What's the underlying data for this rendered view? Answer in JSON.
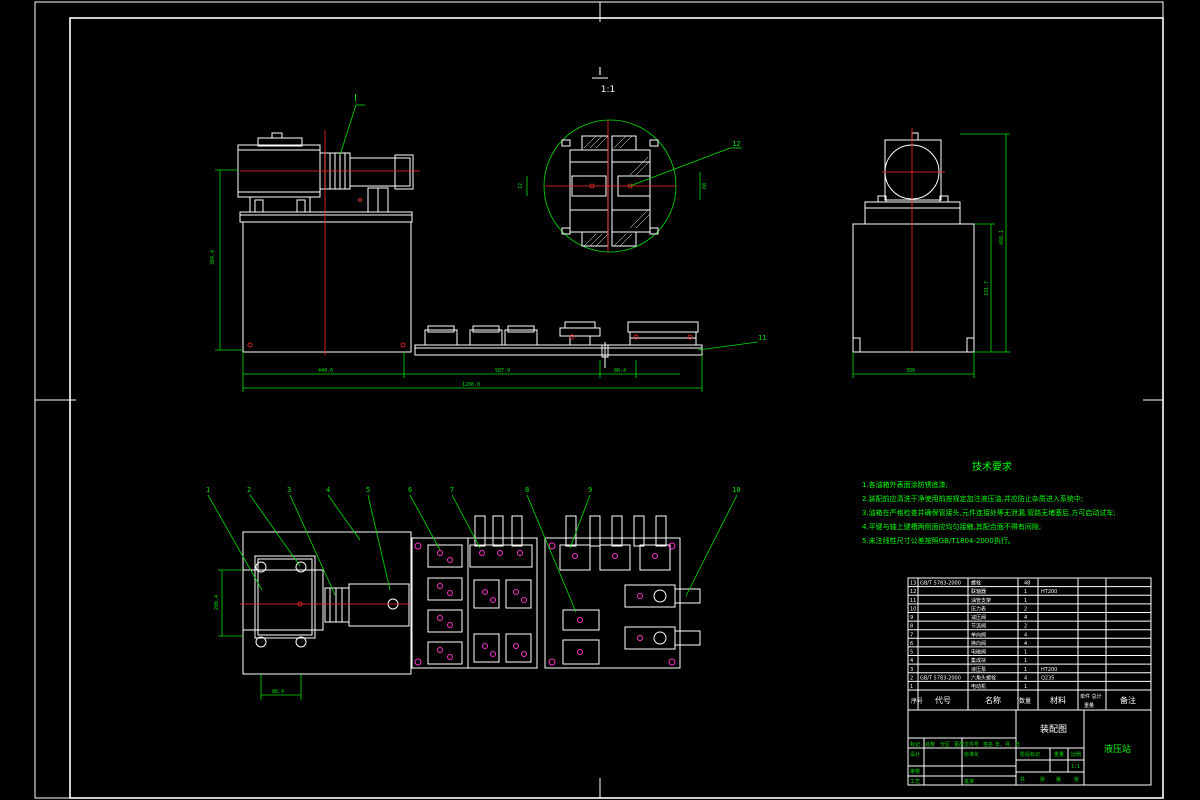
{
  "detail": {
    "label": "I",
    "scale": "1:1"
  },
  "view_callout": "I",
  "callouts_top": [
    "12",
    "11"
  ],
  "callouts_bottom": [
    "1",
    "2",
    "3",
    "4",
    "5",
    "6",
    "7",
    "8",
    "9",
    "10"
  ],
  "dimensions": {
    "front_height": "304.4",
    "front_seg1": "449.6",
    "front_seg2": "587.9",
    "front_seg3": "80.4",
    "front_total": "1200.0",
    "side_height1": "331.7",
    "side_height2": "488.1",
    "side_width": "390",
    "plan_height": "200.4",
    "plan_width": "88.4",
    "detail_left": "12",
    "detail_right": "60"
  },
  "tech": {
    "title": "技术要求",
    "lines": [
      "1.各油箱外表面涂防锈底漆;",
      "2.装配前应清洗干净使用前按规定加注液压油,并应防止杂质进入系统中;",
      "3.油箱在严格检查并确保管接头,元件连接处等无泄漏,管路无堵塞后,方可启动试车;",
      "4.平键与轴上键槽两侧面应均匀接触,其配合面不得有间隙;",
      "5.未注线性尺寸公差按照GB/T1804-2000执行。"
    ]
  },
  "bom": {
    "rows": [
      {
        "no": "13",
        "code": "GB/T 5783-2000",
        "name": "螺栓",
        "qty": "48",
        "mat": ""
      },
      {
        "no": "12",
        "code": "",
        "name": "联轴器",
        "qty": "1",
        "mat": "HT200"
      },
      {
        "no": "11",
        "code": "",
        "name": "油管支架",
        "qty": "1",
        "mat": ""
      },
      {
        "no": "10",
        "code": "",
        "name": "压力表",
        "qty": "2",
        "mat": ""
      },
      {
        "no": "9",
        "code": "",
        "name": "减压阀",
        "qty": "4",
        "mat": ""
      },
      {
        "no": "8",
        "code": "",
        "name": "节流阀",
        "qty": "2",
        "mat": ""
      },
      {
        "no": "7",
        "code": "",
        "name": "单向阀",
        "qty": "4",
        "mat": ""
      },
      {
        "no": "6",
        "code": "",
        "name": "换向阀",
        "qty": "4",
        "mat": ""
      },
      {
        "no": "5",
        "code": "",
        "name": "电磁阀",
        "qty": "1",
        "mat": ""
      },
      {
        "no": "4",
        "code": "",
        "name": "集成块",
        "qty": "1",
        "mat": ""
      },
      {
        "no": "3",
        "code": "",
        "name": "液压泵",
        "qty": "1",
        "mat": "HT200"
      },
      {
        "no": "2",
        "code": "GB/T 5783-2000",
        "name": "六角头螺栓",
        "qty": "4",
        "mat": "Q235"
      },
      {
        "no": "1",
        "code": "",
        "name": "电动机",
        "qty": "1",
        "mat": ""
      }
    ],
    "header": {
      "no": "序号",
      "code": "代号",
      "name": "名称",
      "qty": "数量",
      "mat": "材料",
      "weight": "单件 总计",
      "weight2": "重量",
      "note": "备注"
    }
  },
  "title_block": {
    "drawing_name": "装配图",
    "company": "液压站",
    "row_labels": [
      "标记",
      "处数",
      "分区",
      "更改文件号",
      "签名",
      "年、月、日"
    ],
    "left_labels": [
      "设计",
      "审核",
      "工艺",
      "标准化",
      "批准"
    ],
    "stage": [
      "阶段标记",
      "重量",
      "比例"
    ],
    "scale": "1:1",
    "sheets": [
      "共",
      "张",
      "第",
      "张"
    ]
  },
  "colors": {
    "frame": "#ffffff",
    "dimension": "#00e000",
    "center": "#ff2a2a",
    "port": "#ff33cc",
    "background": "#000000"
  }
}
